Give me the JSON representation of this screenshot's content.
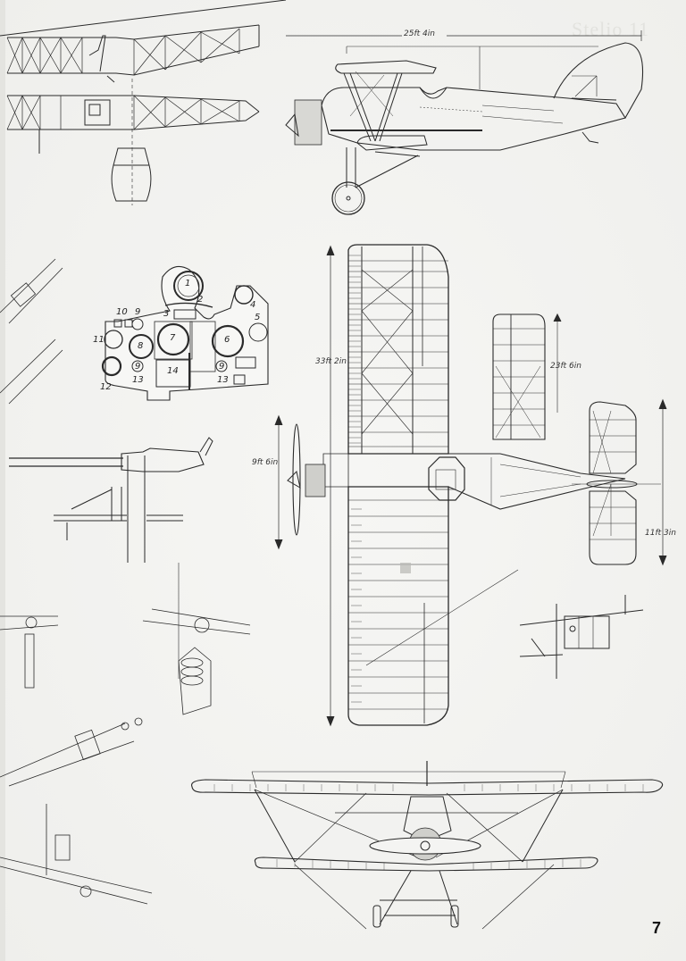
{
  "page": {
    "page_number": "7",
    "ghost_title": "Stelio 11"
  },
  "side_view": {
    "dimension_length": "25ft 4in"
  },
  "plan_view": {
    "dimension_span": "33ft 2in",
    "dimension_propeller": "9ft 6in"
  },
  "tailplane_view": {
    "dimension_span": "23ft 6in"
  },
  "tail_view": {
    "dimension_span": "11ft 3in"
  },
  "instrument_panel": {
    "labels": [
      {
        "id": "1",
        "text": "1"
      },
      {
        "id": "2",
        "text": "2"
      },
      {
        "id": "3",
        "text": "3"
      },
      {
        "id": "4",
        "text": "4"
      },
      {
        "id": "5",
        "text": "5"
      },
      {
        "id": "6",
        "text": "6"
      },
      {
        "id": "7",
        "text": "7"
      },
      {
        "id": "8",
        "text": "8"
      },
      {
        "id": "9a",
        "text": "9"
      },
      {
        "id": "9b",
        "text": "9"
      },
      {
        "id": "9c",
        "text": "9"
      },
      {
        "id": "10",
        "text": "10"
      },
      {
        "id": "11",
        "text": "11"
      },
      {
        "id": "12",
        "text": "12"
      },
      {
        "id": "13a",
        "text": "13"
      },
      {
        "id": "13b",
        "text": "13"
      },
      {
        "id": "14",
        "text": "14"
      }
    ]
  }
}
